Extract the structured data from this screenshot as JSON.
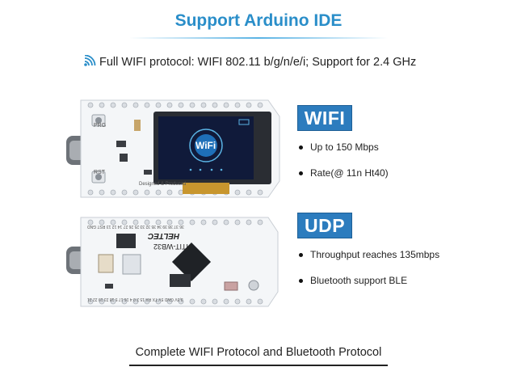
{
  "header": {
    "title": "Support Arduino IDE",
    "subtitle": "Full WIFI protocol: WIFI 802.11 b/g/n/e/i; Support for 2.4 GHz"
  },
  "board_top": {
    "labels": [
      "PRG",
      "RST"
    ],
    "screen_label": "WiFi",
    "silkscreen": "Designed & Produced"
  },
  "board_bottom": {
    "brand": "HELTEC",
    "model": "HTIT-WB32",
    "top_pins": "36 37 38 39 34 35 32 33 25 26 27 14 12 13 RST GND",
    "bottom_pins": "3,3V GND 5V TX RX 15 2 0 4 16 17 5 18 23 19 22 21"
  },
  "features": [
    {
      "badge": "WIFI",
      "bullets": [
        "Up to 150 Mbps",
        "Rate(@ 11n Ht40)"
      ]
    },
    {
      "badge": "UDP",
      "bullets": [
        "Throughput reaches 135mbps",
        "Bluetooth support BLE"
      ]
    }
  ],
  "footer": {
    "text": "Complete WIFI Protocol and Bluetooth Protocol"
  },
  "colors": {
    "accent": "#2a8ec9",
    "badge": "#2c7cbe",
    "board": "#f4f6f8",
    "screen": "#101a3a"
  }
}
